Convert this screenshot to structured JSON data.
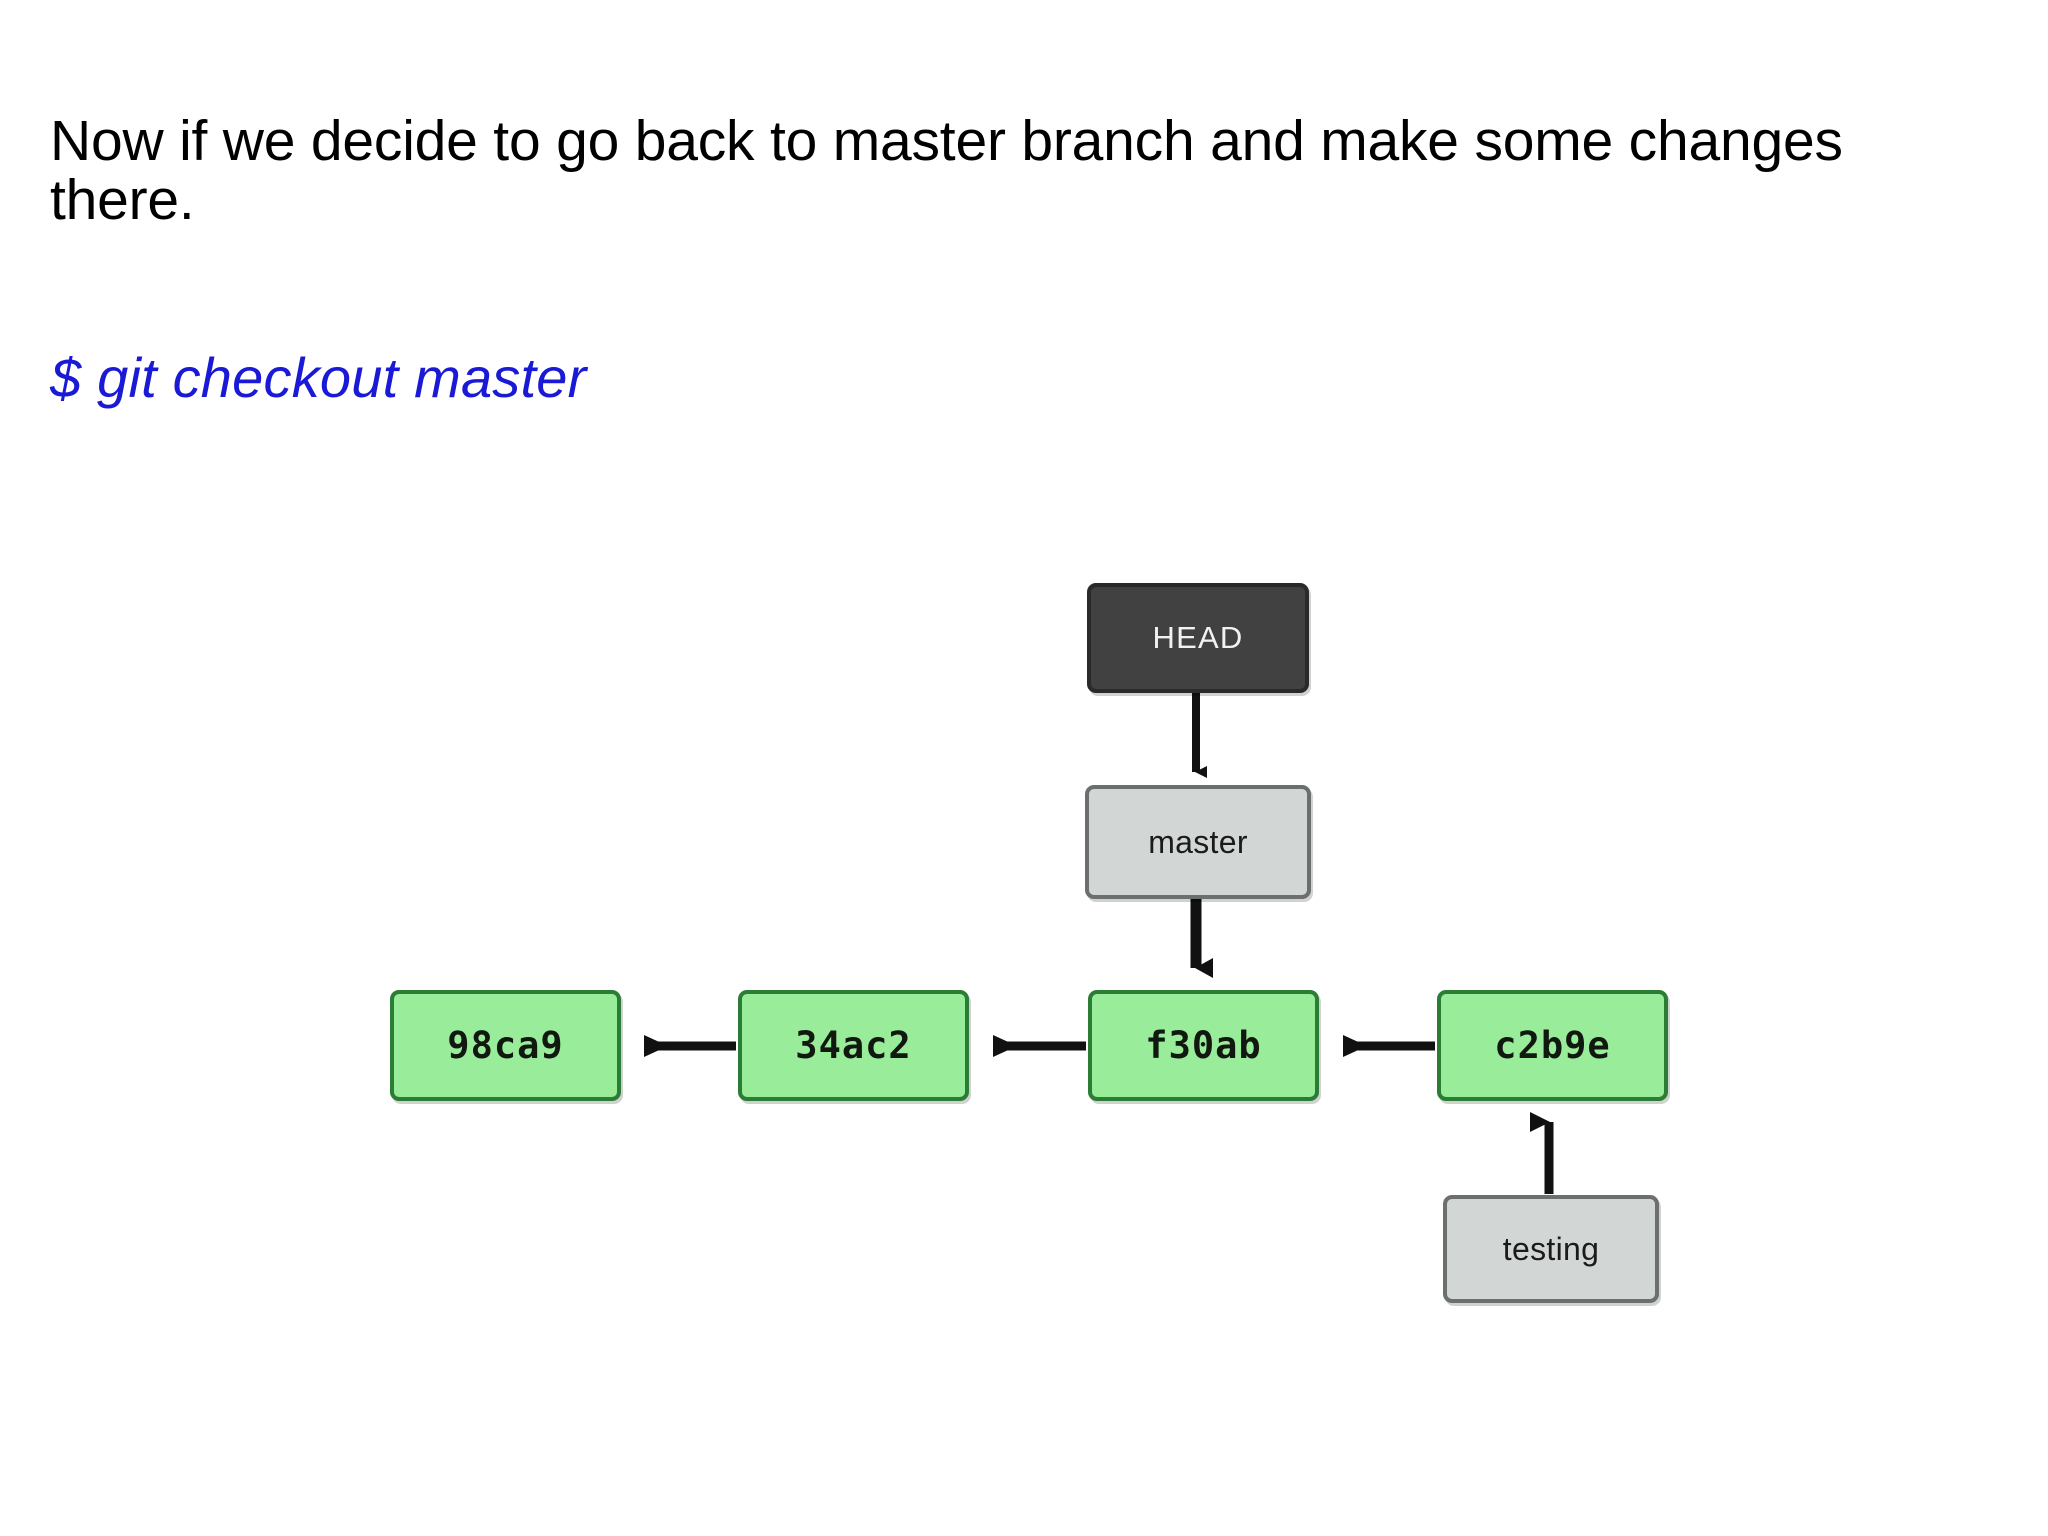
{
  "slide": {
    "heading": "Now if we decide to go back to master branch and make some changes there.",
    "command": "$ git checkout master",
    "command_color": "#1919d6",
    "heading_color": "#000000",
    "background": "#ffffff"
  },
  "diagram": {
    "type": "git-commit-graph",
    "colors": {
      "commit_fill": "#99ec99",
      "commit_border": "#2b7d33",
      "ref_fill": "#d2d7d6",
      "ref_border": "#6c6f70",
      "head_fill": "#414141",
      "head_text": "#f2f2f2",
      "arrow": "#111111"
    },
    "nodes": {
      "head": {
        "label": "HEAD",
        "kind": "head"
      },
      "master": {
        "label": "master",
        "kind": "branch-ref"
      },
      "testing": {
        "label": "testing",
        "kind": "branch-ref"
      },
      "commits": [
        {
          "label": "98ca9",
          "kind": "commit"
        },
        {
          "label": "34ac2",
          "kind": "commit"
        },
        {
          "label": "f30ab",
          "kind": "commit"
        },
        {
          "label": "c2b9e",
          "kind": "commit"
        }
      ]
    },
    "edges": [
      {
        "from": "HEAD",
        "to": "master",
        "direction": "down"
      },
      {
        "from": "master",
        "to": "f30ab",
        "direction": "down"
      },
      {
        "from": "34ac2",
        "to": "98ca9",
        "direction": "left"
      },
      {
        "from": "f30ab",
        "to": "34ac2",
        "direction": "left"
      },
      {
        "from": "c2b9e",
        "to": "f30ab",
        "direction": "left"
      },
      {
        "from": "testing",
        "to": "c2b9e",
        "direction": "up"
      }
    ]
  }
}
